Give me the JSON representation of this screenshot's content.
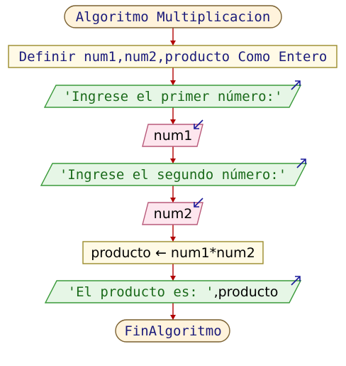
{
  "flowchart": {
    "start_label": "Algoritmo Multiplicacion",
    "define_label": "Definir num1,num2,producto Como Entero",
    "output1_label": "'Ingrese el primer número:'",
    "input1_label": "num1",
    "output2_label": "'Ingrese el segundo número:'",
    "input2_label": "num2",
    "assign_label": "producto ← num1*num2",
    "output3_label_string": "'El producto es: '",
    "output3_label_var": ",producto",
    "end_label": "FinAlgoritmo"
  },
  "colors": {
    "terminal_fill": "#fff3dc",
    "terminal_stroke": "#7a6030",
    "process_fill": "#fffae6",
    "process_stroke": "#9a8a2a",
    "output_fill": "#e6f6e6",
    "output_stroke": "#3a9a3a",
    "input_fill": "#fde6ee",
    "input_stroke": "#b85a7a",
    "connector": "#b00000",
    "keyword_text": "#1a1a7a",
    "string_text": "#1a6a1a",
    "plain_text": "#000000",
    "io_arrow": "#1a1a9a"
  },
  "icons": {
    "output": "output-arrow-icon",
    "input": "input-arrow-icon"
  }
}
